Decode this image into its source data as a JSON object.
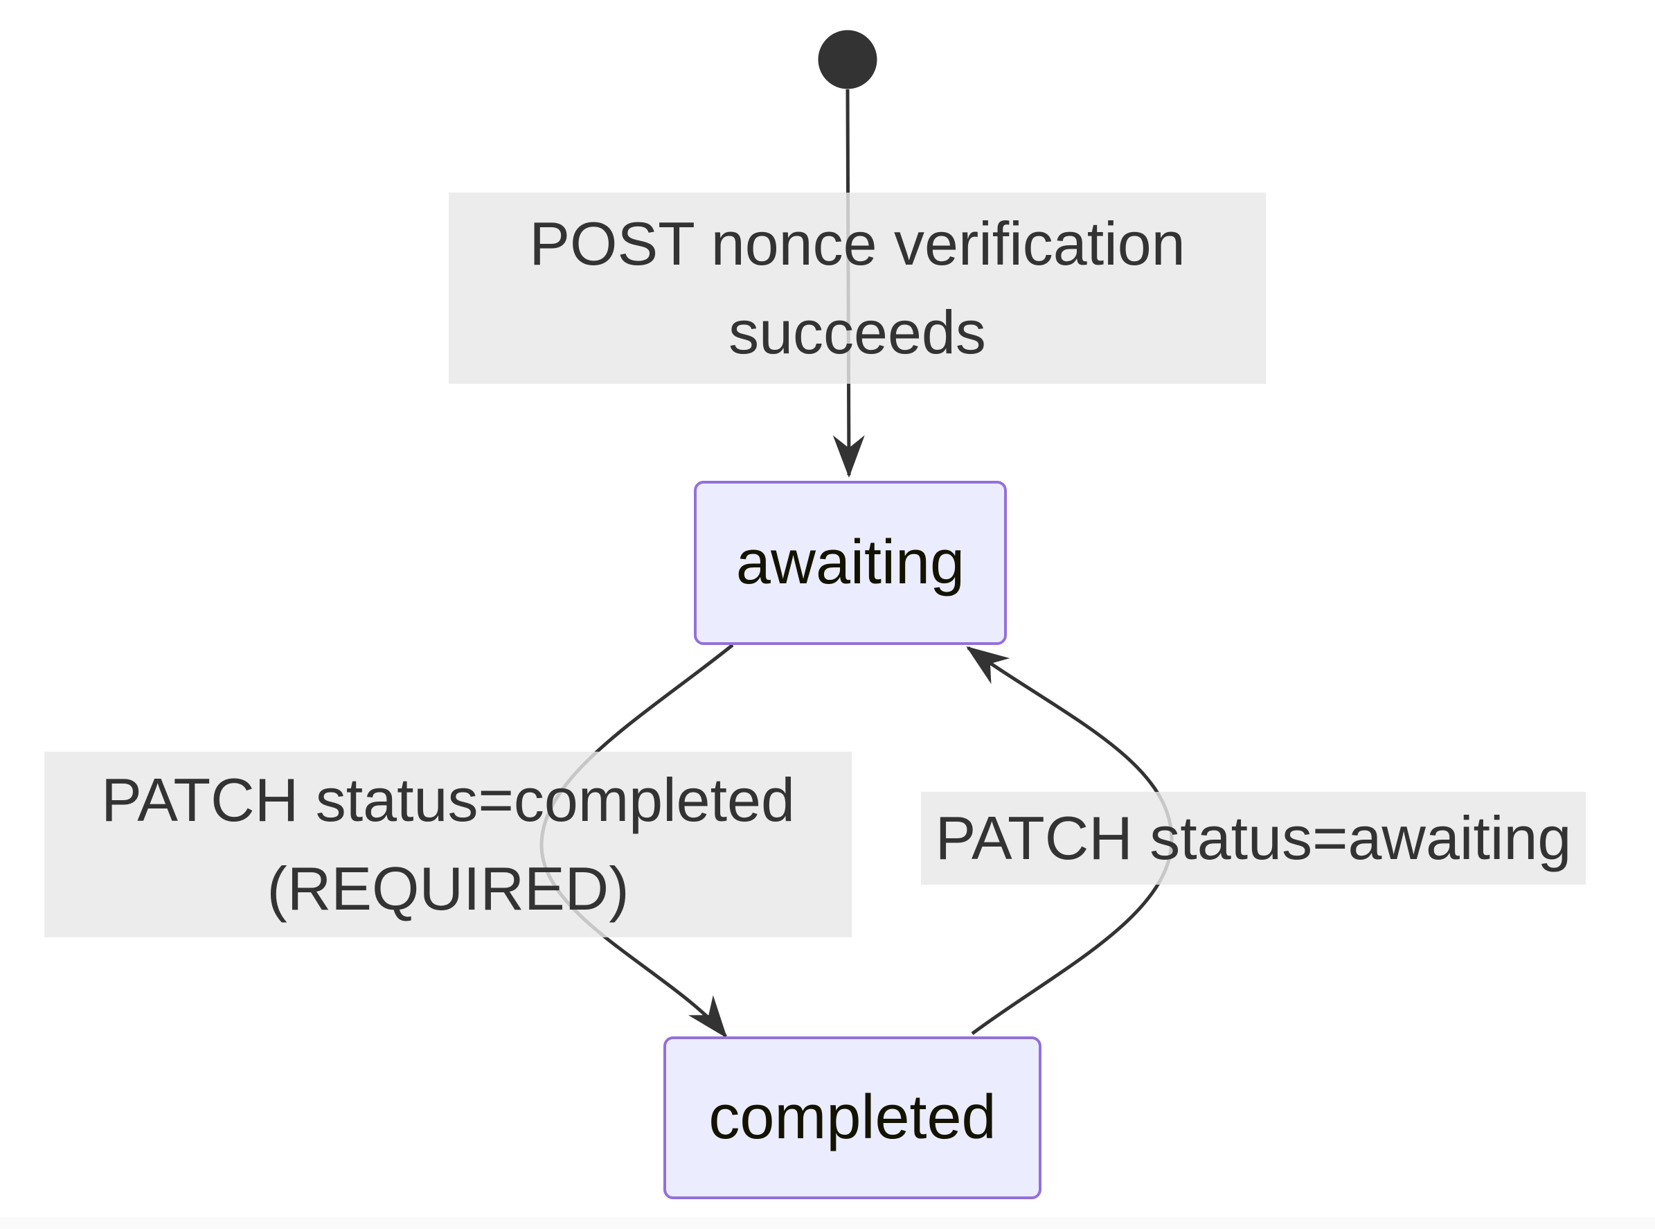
{
  "diagram": {
    "type": "state-diagram",
    "colors": {
      "node_fill": "#ECECFF",
      "node_border": "#9370DB",
      "node_text": "#131300",
      "edge": "#333333",
      "label_text": "#333333",
      "label_bg": "rgba(232,232,232,0.82)",
      "start_dot": "#333333",
      "canvas_bg": "#ffffff",
      "footer_strip": "#fafafa"
    },
    "start": {
      "kind": "initial-state-dot"
    },
    "states": [
      {
        "id": "awaiting",
        "label": "awaiting"
      },
      {
        "id": "completed",
        "label": "completed"
      }
    ],
    "transitions": [
      {
        "from": "start",
        "to": "awaiting",
        "label": "POST nonce verification succeeds",
        "label_lines": [
          "POST nonce verification",
          "succeeds"
        ]
      },
      {
        "from": "awaiting",
        "to": "completed",
        "label": "PATCH status=completed (REQUIRED)",
        "label_lines": [
          "PATCH status=completed",
          "(REQUIRED)"
        ]
      },
      {
        "from": "completed",
        "to": "awaiting",
        "label": "PATCH status=awaiting",
        "label_lines": [
          "PATCH status=awaiting"
        ]
      }
    ]
  }
}
